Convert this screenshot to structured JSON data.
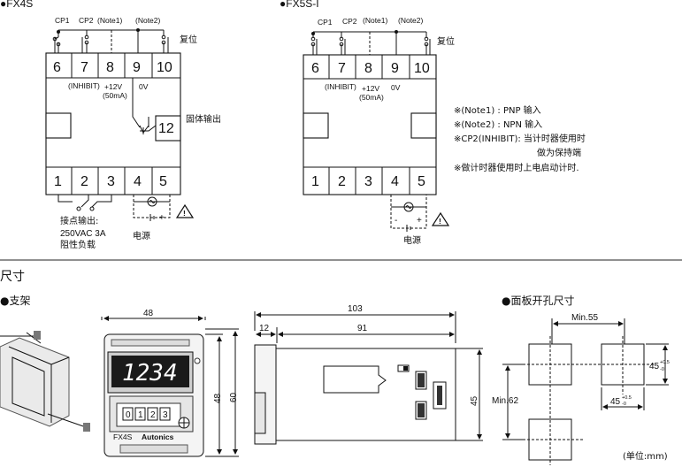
{
  "fx4s": {
    "title": "●FX4S",
    "top_labels": [
      "CP1",
      "CP2",
      "(Note1)",
      "(Note2)"
    ],
    "reset_label": "复位",
    "terminals_top": [
      "6",
      "7",
      "8",
      "9",
      "10"
    ],
    "terminals_bottom": [
      "1",
      "2",
      "3",
      "4",
      "5"
    ],
    "inhibit": "(INHIBIT)",
    "v12": "+12V",
    "ma": "(50mA)",
    "v0": "0V",
    "out12": "12",
    "solid_state": "固体输出",
    "contact_out": "接点输出:",
    "contact_rating": "250VAC 3A",
    "contact_load": "阻性负载",
    "power": "电源",
    "minus": "-",
    "plus": "+"
  },
  "fx5s": {
    "title": "●FX5S-I",
    "top_labels": [
      "CP1",
      "CP2",
      "(Note1)",
      "(Note2)"
    ],
    "reset_label": "复位",
    "terminals_top": [
      "6",
      "7",
      "8",
      "9",
      "10"
    ],
    "terminals_bottom": [
      "1",
      "2",
      "3",
      "4",
      "5"
    ],
    "inhibit": "(INHIBIT)",
    "v12": "+12V",
    "ma": "(50mA)",
    "v0": "0V",
    "power": "电源",
    "minus": "-",
    "plus": "+"
  },
  "notes": [
    "※(Note1) : PNP 输入",
    "※(Note2) : NPN 输入",
    "※CP2(INHIBIT): 当计时器使用时",
    "做为保持端",
    "※做计时器使用时上电启动计时."
  ],
  "dimensions": {
    "section_title": "尺寸",
    "bracket_label": "●支架",
    "panel_cut_label": "●面板开孔尺寸",
    "front_width": "48",
    "front_h1": "48",
    "front_h2": "60",
    "display": "1234",
    "digits": [
      "0",
      "1",
      "2",
      "3"
    ],
    "model": "FX4S",
    "brand": "Autonics",
    "side_total": "103",
    "side_front": "12",
    "side_body": "91",
    "side_height": "45",
    "min55": "Min.55",
    "min62": "Min.62",
    "cut_v": "45",
    "cut_h": "45",
    "tol_plus": "+0.5",
    "tol_zero": "-0",
    "unit": "(单位:mm)"
  }
}
